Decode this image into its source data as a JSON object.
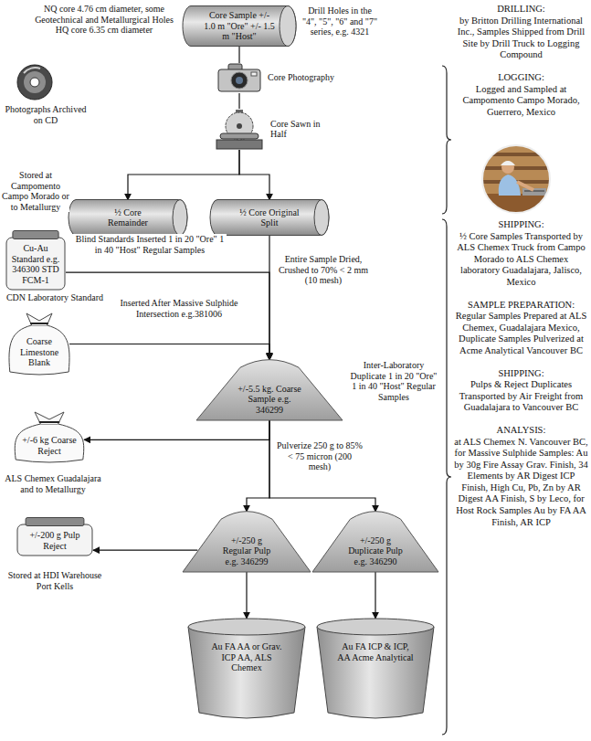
{
  "diagram": {
    "nodes": [
      {
        "text": [
          "Core Sample +/- 1.0 m \"Ore\" +/- 1.5 m \"Host\""
        ]
      },
      {
        "text": [
          "Core Photography"
        ]
      },
      {
        "text": [
          "Core Sawn in Half"
        ]
      },
      {
        "text": [
          "½ Core Remainder"
        ]
      },
      {
        "text": [
          "½ Core Original Split"
        ]
      },
      {
        "text": [
          "Cu-Au Standard e.g. 346300 STD FCM-1"
        ]
      },
      {
        "text": [
          "Coarse Limestone Blank"
        ]
      },
      {
        "text": [
          "+/-5.5 kg. Coarse Sample e.g. 346299"
        ]
      },
      {
        "text": [
          "+/-6 kg Coarse Reject"
        ]
      },
      {
        "text": [
          "+/-250 g Regular Pulp e.g. 346299"
        ]
      },
      {
        "text": [
          "+/-250 g Duplicate Pulp e.g. 346290"
        ]
      },
      {
        "text": [
          "+/-200 g Pulp Reject"
        ]
      },
      {
        "text": [
          "Au FA AA or Grav. ICP AA, ALS Chemex"
        ]
      },
      {
        "text": [
          "Au FA ICP & ICP, AA Acme Analytical"
        ]
      }
    ],
    "edges": [
      {
        "from": 0,
        "to": 1,
        "arrow": "none"
      },
      {
        "from": 1,
        "to": 2,
        "arrow": "none"
      },
      {
        "from": 2,
        "to": 3,
        "arrow": "to"
      },
      {
        "from": 2,
        "to": 4,
        "arrow": "to"
      },
      {
        "from": 4,
        "to": 7,
        "arrow": "to"
      },
      {
        "from": 5,
        "to": 7,
        "arrow": "to"
      },
      {
        "from": 6,
        "to": 7,
        "arrow": "to"
      },
      {
        "from": 7,
        "to": 8,
        "arrow": "to"
      },
      {
        "from": 7,
        "to": 9,
        "arrow": "to"
      },
      {
        "from": 7,
        "to": 10,
        "arrow": "to"
      },
      {
        "from": 9,
        "to": 11,
        "arrow": "to"
      },
      {
        "from": 9,
        "to": 12,
        "arrow": "to"
      },
      {
        "from": 10,
        "to": 13,
        "arrow": "to"
      }
    ],
    "labels": [
      "NQ core 4.76 cm diameter, some Geotechnical and Metallurgical Holes HQ core 6.35 cm diameter",
      "Drill Holes in the \"4\", \"5\", \"6\" and \"7\" series, e.g. 4321",
      "DRILLING:",
      "by Britton Drilling International Inc., Samples Shipped from Drill Site by Drill Truck to Logging Compound",
      "LOGGING:",
      "Logged and Sampled at Campomento Campo Morado, Guerrero, Mexico",
      "Photographs Archived on CD",
      "Stored at Campomento Campo Morado or to Metallurgy",
      "Blind Standards Inserted 1 in 20 \"Ore\" 1 in 40 \"Host\" Regular Samples",
      "Entire Sample Dried, Crushed to 70% < 2 mm (10 mesh)",
      "Inserted After Massive Sulphide Intersection e.g.381006",
      "Inter-Laboratory Duplicate 1 in 20 \"Ore\" 1 in 40 \"Host\" Regular Samples",
      "Pulverize 250 g to 85% < 75 micron (200 mesh)",
      "Stored at HDI Warehouse Port Kells",
      "CDN Laboratory Standard",
      "ALS Chemex Guadalajara and to Metallurgy",
      "SHIPPING:",
      "½ Core Samples Transported by ALS Chemex Truck from Campo Morado to ALS Chemex laboratory Guadalajara, Jalisco, Mexico",
      "SAMPLE PREPARATION:",
      "Regular Samples Prepared at ALS Chemex, Guadalajara Mexico, Duplicate Samples Pulverized at Acme Analytical Vancouver BC",
      "SHIPPING:",
      "Pulps & Reject Duplicates Transported by Air Freight from Guadalajara to Vancouver BC",
      "ANALYSIS:",
      "at ALS Chemex N. Vancouver BC, for Massive Sulphide Samples: Au by 30g Fire Assay Grav. Finish, 34 Elements by AR Digest ICP Finish, High Cu, Pb, Zn by AR Digest AA Finish, S by Leco, for Host Rock Samples Au by FA AA Finish, AR ICP"
    ]
  }
}
